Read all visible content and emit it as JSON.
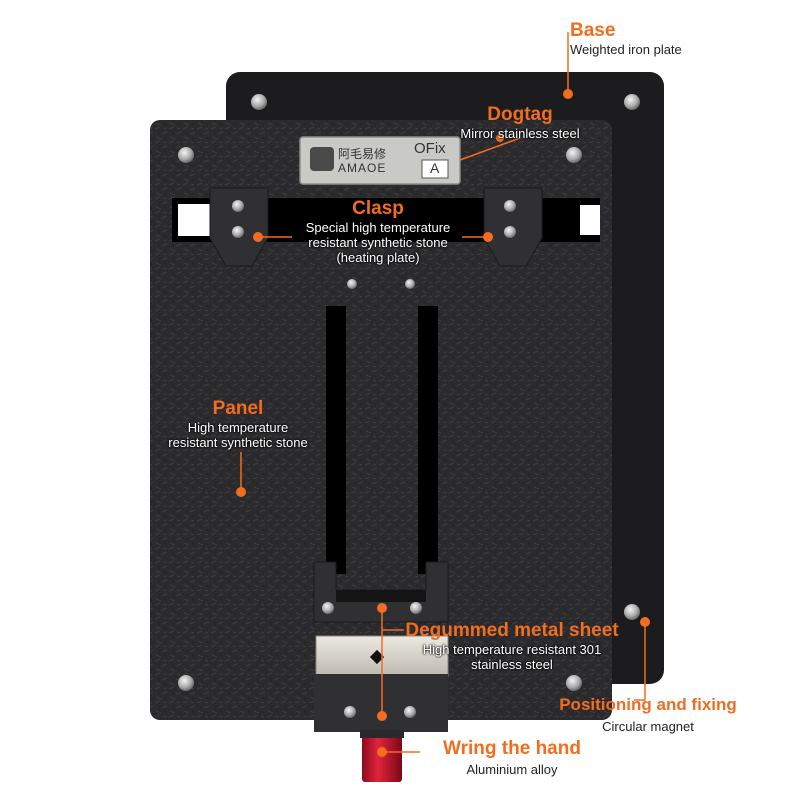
{
  "colors": {
    "accent": "#f26d1f",
    "base_plate": "#1c1c1e",
    "panel": "#2b2b2d",
    "dogtag": "#c9c9c6",
    "metal_sheet": "#d6d3cc",
    "knob": "#c8102e"
  },
  "dogtag": {
    "brand_cn": "阿毛易修",
    "brand_en": "AMAOE",
    "model": "OFix",
    "variant": "A"
  },
  "labels": {
    "base": {
      "title": "Base",
      "desc": "Weighted iron plate"
    },
    "dogtag": {
      "title": "Dogtag",
      "desc": "Mirror stainless steel"
    },
    "clasp": {
      "title": "Clasp",
      "desc": [
        "Special high temperature",
        "resistant synthetic stone",
        "(heating plate)"
      ]
    },
    "panel": {
      "title": "Panel",
      "desc": [
        "High temperature",
        "resistant synthetic stone"
      ]
    },
    "metal_sheet": {
      "title": "Degummed metal sheet",
      "desc": [
        "High temperature resistant 301",
        "stainless steel"
      ]
    },
    "positioning": {
      "title": "Positioning and fixing",
      "desc": "Circular magnet"
    },
    "wring": {
      "title": "Wring the hand",
      "desc": "Aluminium alloy"
    }
  }
}
